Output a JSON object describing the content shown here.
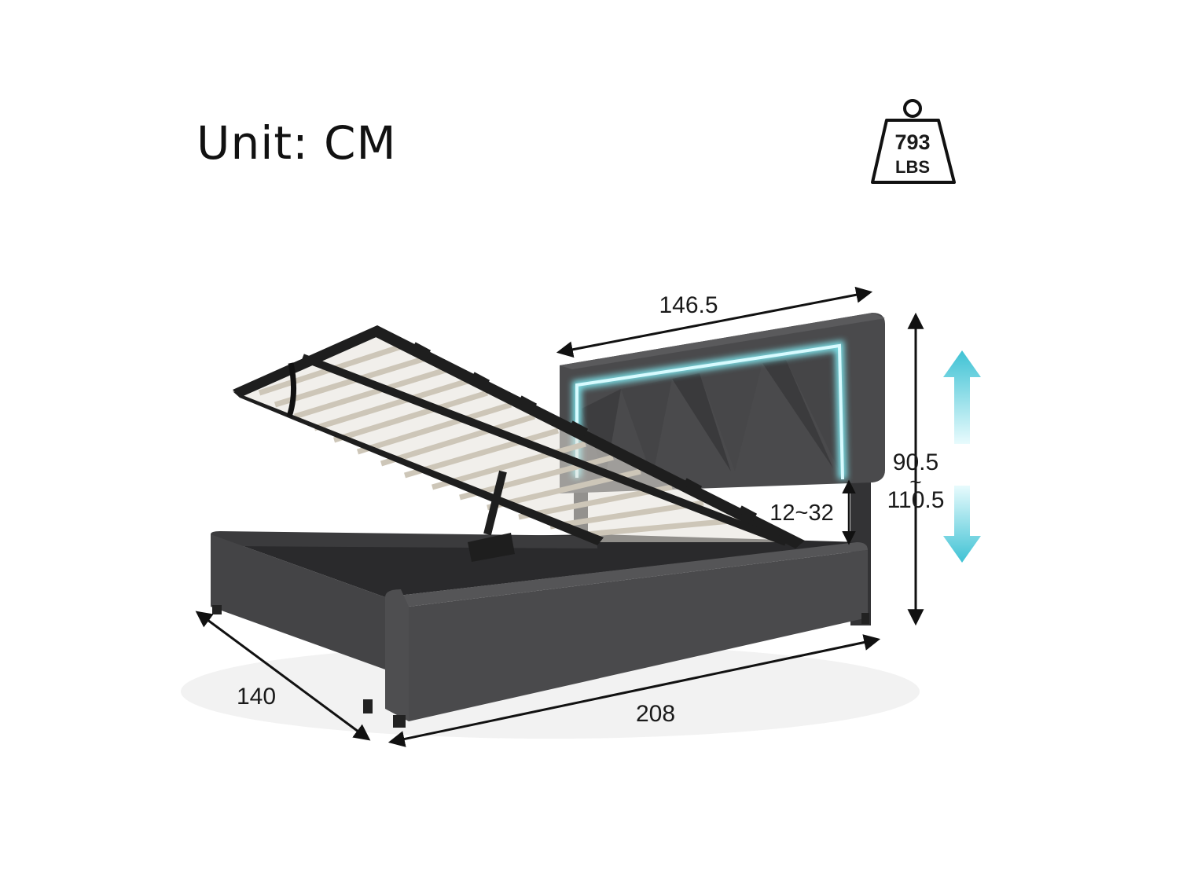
{
  "unit_label": "Unit: CM",
  "weight_badge": {
    "value": "793",
    "unit": "LBS"
  },
  "dimensions": {
    "headboard_width": "146.5",
    "height_top": "90.5",
    "height_sep": "~",
    "height_bottom": "110.5",
    "storage_depth": "12~32",
    "length": "208",
    "width": "140"
  },
  "colors": {
    "fabric": "#4a4a4c",
    "fabric_dark": "#333335",
    "frame": "#1e1e1e",
    "slat": "#d8d2c8",
    "led": "#7fe8f0",
    "arrow": "#3fc2d4"
  }
}
